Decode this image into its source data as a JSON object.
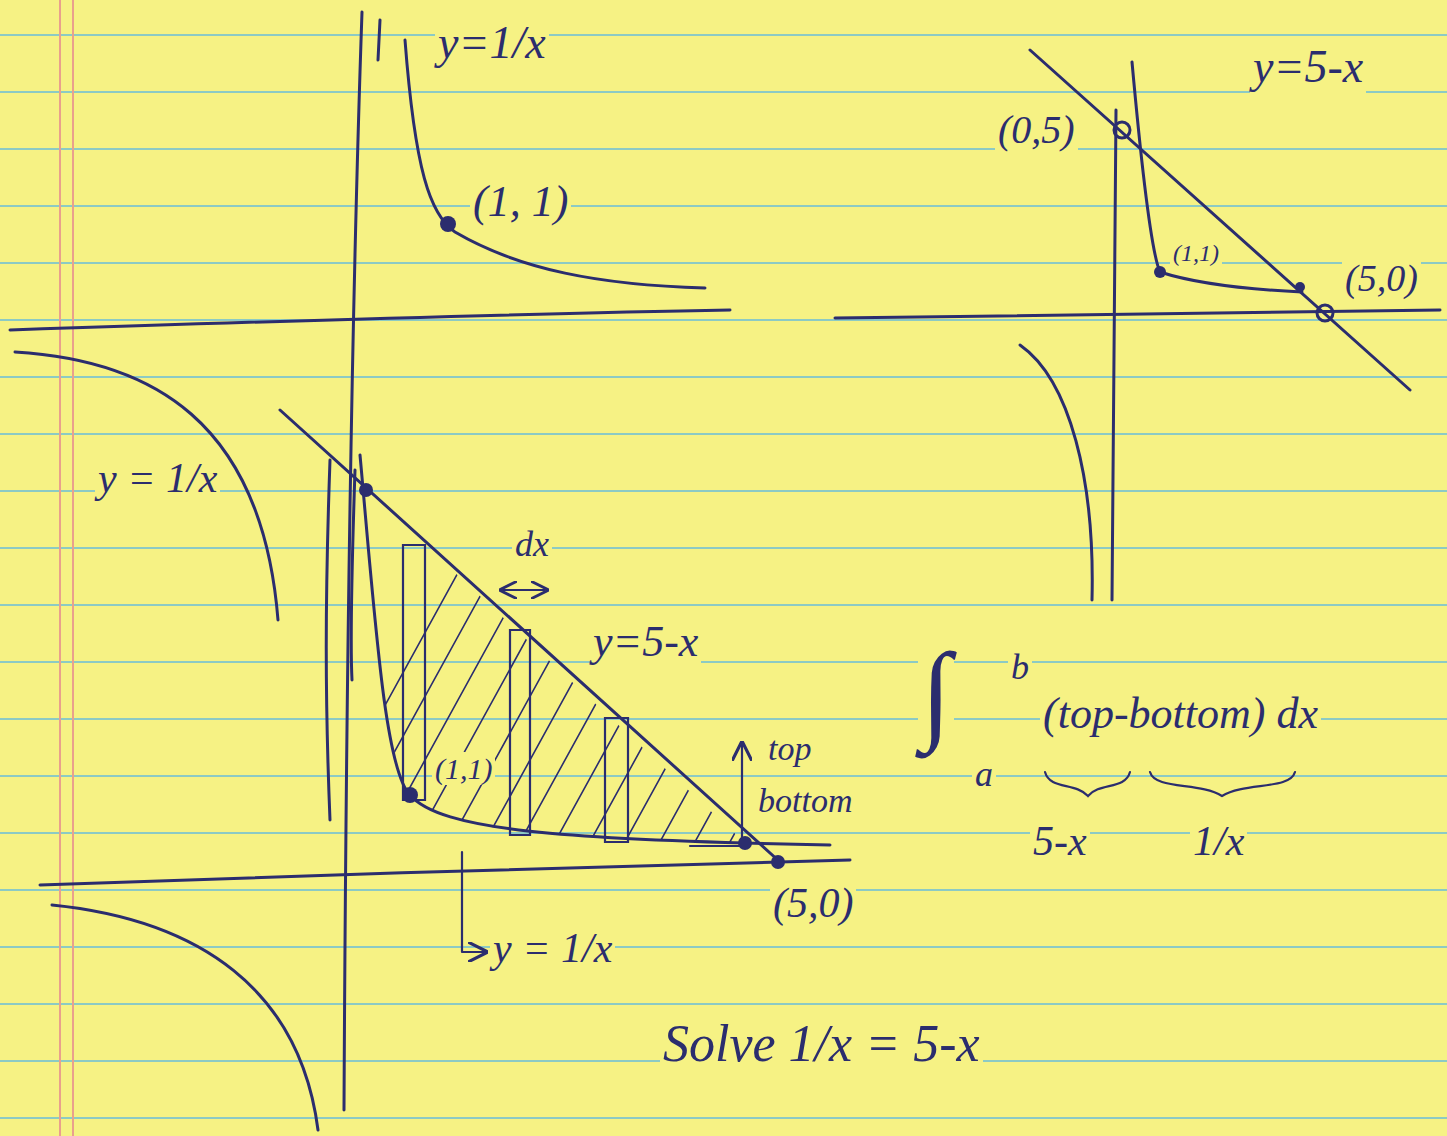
{
  "diagram": {
    "labels": [
      "y=1/x",
      "(1, 1)",
      "y=5-x",
      "(0,5)",
      "(1,1)",
      "(5,0)",
      "y = 1/x",
      "dx",
      "y=5-x",
      "(1,1)",
      "top",
      "bottom",
      "(5,0)",
      "y = 1/x",
      "∫",
      "b",
      "a",
      "(top-bottom) dx",
      "5-x",
      "1/x",
      "Solve 1/x = 5-x"
    ]
  }
}
